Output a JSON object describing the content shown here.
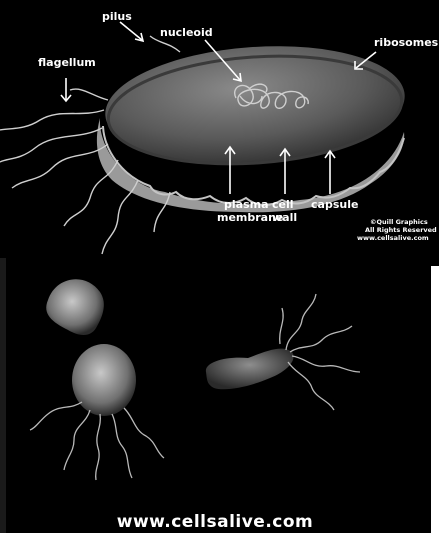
{
  "labels": {
    "pilus": "pilus",
    "nucleoid": "nucleoid",
    "ribosomes": "ribosomes",
    "flagellum": "flagellum",
    "plasma_line1": "plasma",
    "plasma_line2": "membrane",
    "cellwall_line1": "cell",
    "cellwall_line2": "wall",
    "capsule": "capsule"
  },
  "credit": {
    "line1": "©Quill Graphics",
    "line2": "All Rights Reserved",
    "line3": "www.cellsalive.com"
  },
  "footer": {
    "site": "www.cellsalive.com"
  }
}
